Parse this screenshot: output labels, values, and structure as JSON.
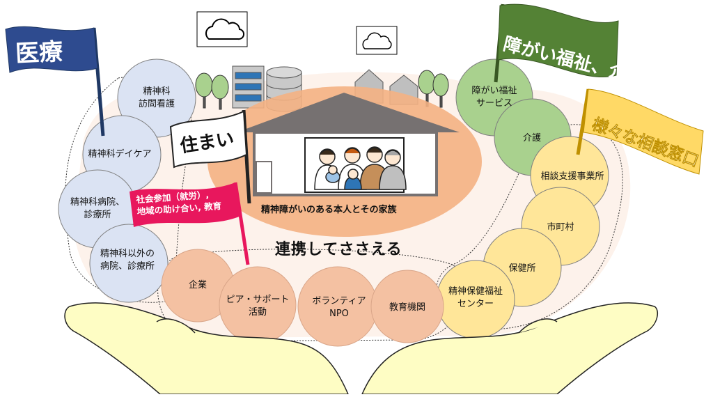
{
  "center": {
    "household": "精神障がいのある本人とその家族",
    "link_label": "連携してささえる"
  },
  "flags": {
    "medical": "医療",
    "housing": "住まい",
    "social": [
      "社会参加（就労）,",
      "地域の助け合い, 教育"
    ],
    "welfare": "障がい福祉、介護",
    "consult": "様々な相談窓口"
  },
  "medical_circles": [
    [
      "精神科",
      "訪問看護"
    ],
    [
      "精神科デイケア"
    ],
    [
      "精神科病院、",
      "診療所"
    ],
    [
      "精神科以外の",
      "病院、診療所"
    ]
  ],
  "welfare_circles": [
    [
      "障がい福祉",
      "サービス"
    ],
    [
      "介護"
    ]
  ],
  "consult_circles": [
    [
      "相談支援事業所"
    ],
    [
      "市町村"
    ],
    [
      "保健所"
    ],
    [
      "精神保健福祉",
      "センター"
    ]
  ],
  "community_circles": [
    [
      "企業"
    ],
    [
      "ピア・サポート",
      "活動"
    ],
    [
      "ボランティア",
      "NPO"
    ],
    [
      "教育機関"
    ]
  ],
  "colors": {
    "medical_fill": "#dbe3f3",
    "welfare_fill": "#a9d18e",
    "consult_fill": "#ffe699",
    "community_fill": "#f4c1a2",
    "oval_fill": "#f4b183",
    "flag_blue": "#2e4b8f",
    "flag_green": "#548235",
    "flag_yellow": "#ffd966",
    "flag_pink": "#e8175d"
  }
}
